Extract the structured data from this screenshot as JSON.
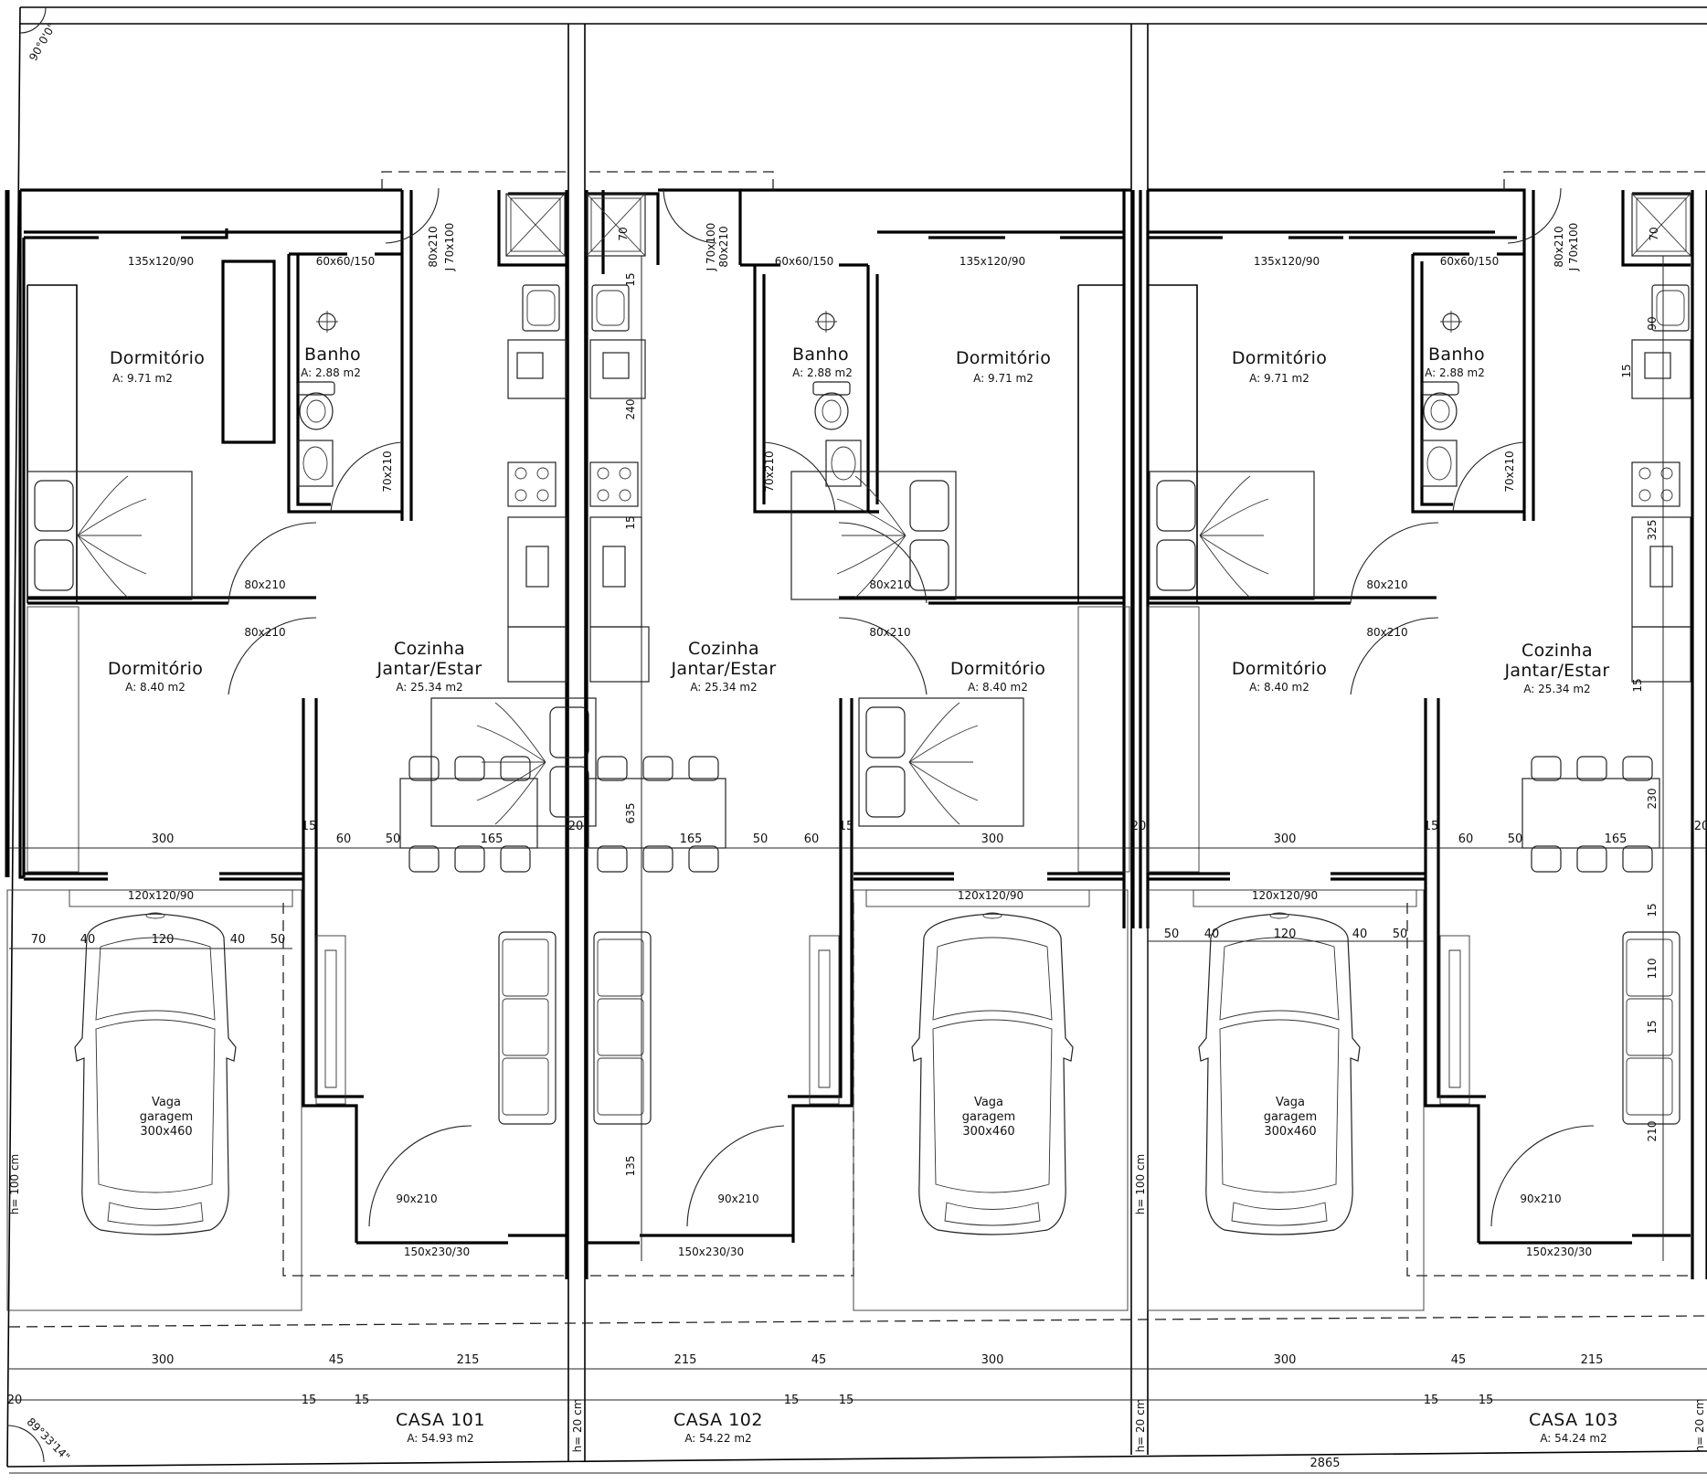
{
  "plan": {
    "site": {
      "angle_top": "90°0'0\"",
      "angle_bottom": "89°33'14\"",
      "total_width": "2865"
    },
    "houses": [
      {
        "name": "CASA 101",
        "area": "A: 54.93 m2",
        "rooms": [
          {
            "name": "Dormitório",
            "area": "A: 9.71 m2"
          },
          {
            "name": "Banho",
            "area": "A: 2.88 m2"
          },
          {
            "name": "Dormitório",
            "area": "A: 8.40 m2"
          },
          {
            "name": "Cozinha",
            "name2": "Jantar/Estar",
            "area": "A: 25.34 m2"
          }
        ],
        "garage": {
          "line1": "Vaga",
          "line2": "garagem",
          "line3": "300x460"
        }
      },
      {
        "name": "CASA 102",
        "area": "A: 54.22 m2",
        "rooms": [
          {
            "name": "Dormitório",
            "area": "A: 9.71 m2"
          },
          {
            "name": "Banho",
            "area": "A: 2.88 m2"
          },
          {
            "name": "Dormitório",
            "area": "A: 8.40 m2"
          },
          {
            "name": "Cozinha",
            "name2": "Jantar/Estar",
            "area": "A: 25.34 m2"
          }
        ],
        "garage": {
          "line1": "Vaga",
          "line2": "garagem",
          "line3": "300x460"
        }
      },
      {
        "name": "CASA 103",
        "area": "A: 54.24 m2",
        "rooms": [
          {
            "name": "Dormitório",
            "area": "A: 9.71 m2"
          },
          {
            "name": "Banho",
            "area": "A: 2.88 m2"
          },
          {
            "name": "Dormitório",
            "area": "A: 8.40 m2"
          },
          {
            "name": "Cozinha",
            "name2": "Jantar/Estar",
            "area": "A: 25.34 m2"
          }
        ],
        "garage": {
          "line1": "Vaga",
          "line2": "garagem",
          "line3": "300x460"
        }
      }
    ],
    "openings": {
      "window_dorm": "135x120/90",
      "window_bath": "60x60/150",
      "window_front": "120x120/90",
      "window_living": "150x230/30",
      "door_80": "80x210",
      "door_70": "70x210",
      "door_90": "90x210",
      "door_rear": "80x210",
      "door_rear_j": "J 70x100"
    },
    "dims": {
      "d300": "300",
      "d60": "60",
      "d50": "50",
      "d165": "165",
      "d15": "15",
      "d20": "20",
      "d70": "70",
      "d40": "40",
      "d120": "120",
      "d45": "45",
      "d215": "215",
      "d240": "240",
      "d635": "635",
      "d135": "135",
      "d90": "90",
      "d325": "325",
      "d230": "230",
      "d110": "110",
      "d210": "210",
      "wall_h": "h= 100 cm",
      "wall_h20": "h= 20 cm"
    }
  }
}
